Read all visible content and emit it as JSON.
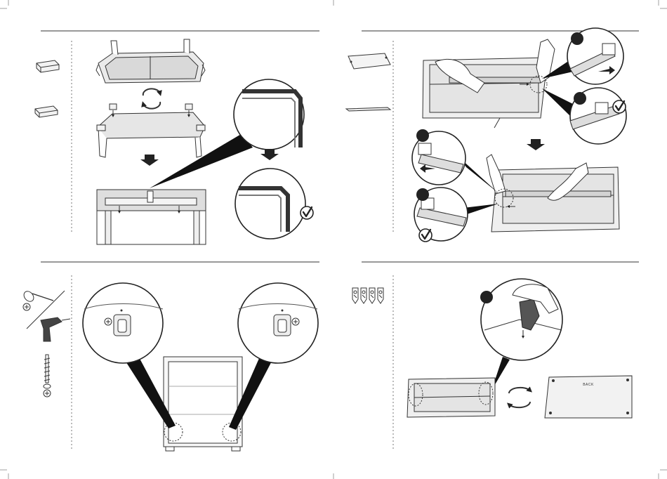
{
  "page": {
    "background": "#ffffff",
    "ink": "#222222",
    "panel_fill": "#e9e9e9",
    "steps": [
      {
        "position": "top-left",
        "parts": [
          "foot-pad-icon",
          "foot-pad-icon"
        ],
        "check_mark": true
      },
      {
        "position": "top-right",
        "parts": [
          "panel-icon",
          "rail-icon"
        ],
        "check_mark": true,
        "detail_badges": 4
      },
      {
        "position": "bottom-left",
        "tools": [
          "screwdriver-icon",
          "power-drill-icon",
          "screw-icon"
        ]
      },
      {
        "position": "bottom-right",
        "parts": [
          "hook-bracket-icon"
        ],
        "detail_badges": 1
      }
    ]
  },
  "labels": {
    "back_panel": "BACK"
  }
}
